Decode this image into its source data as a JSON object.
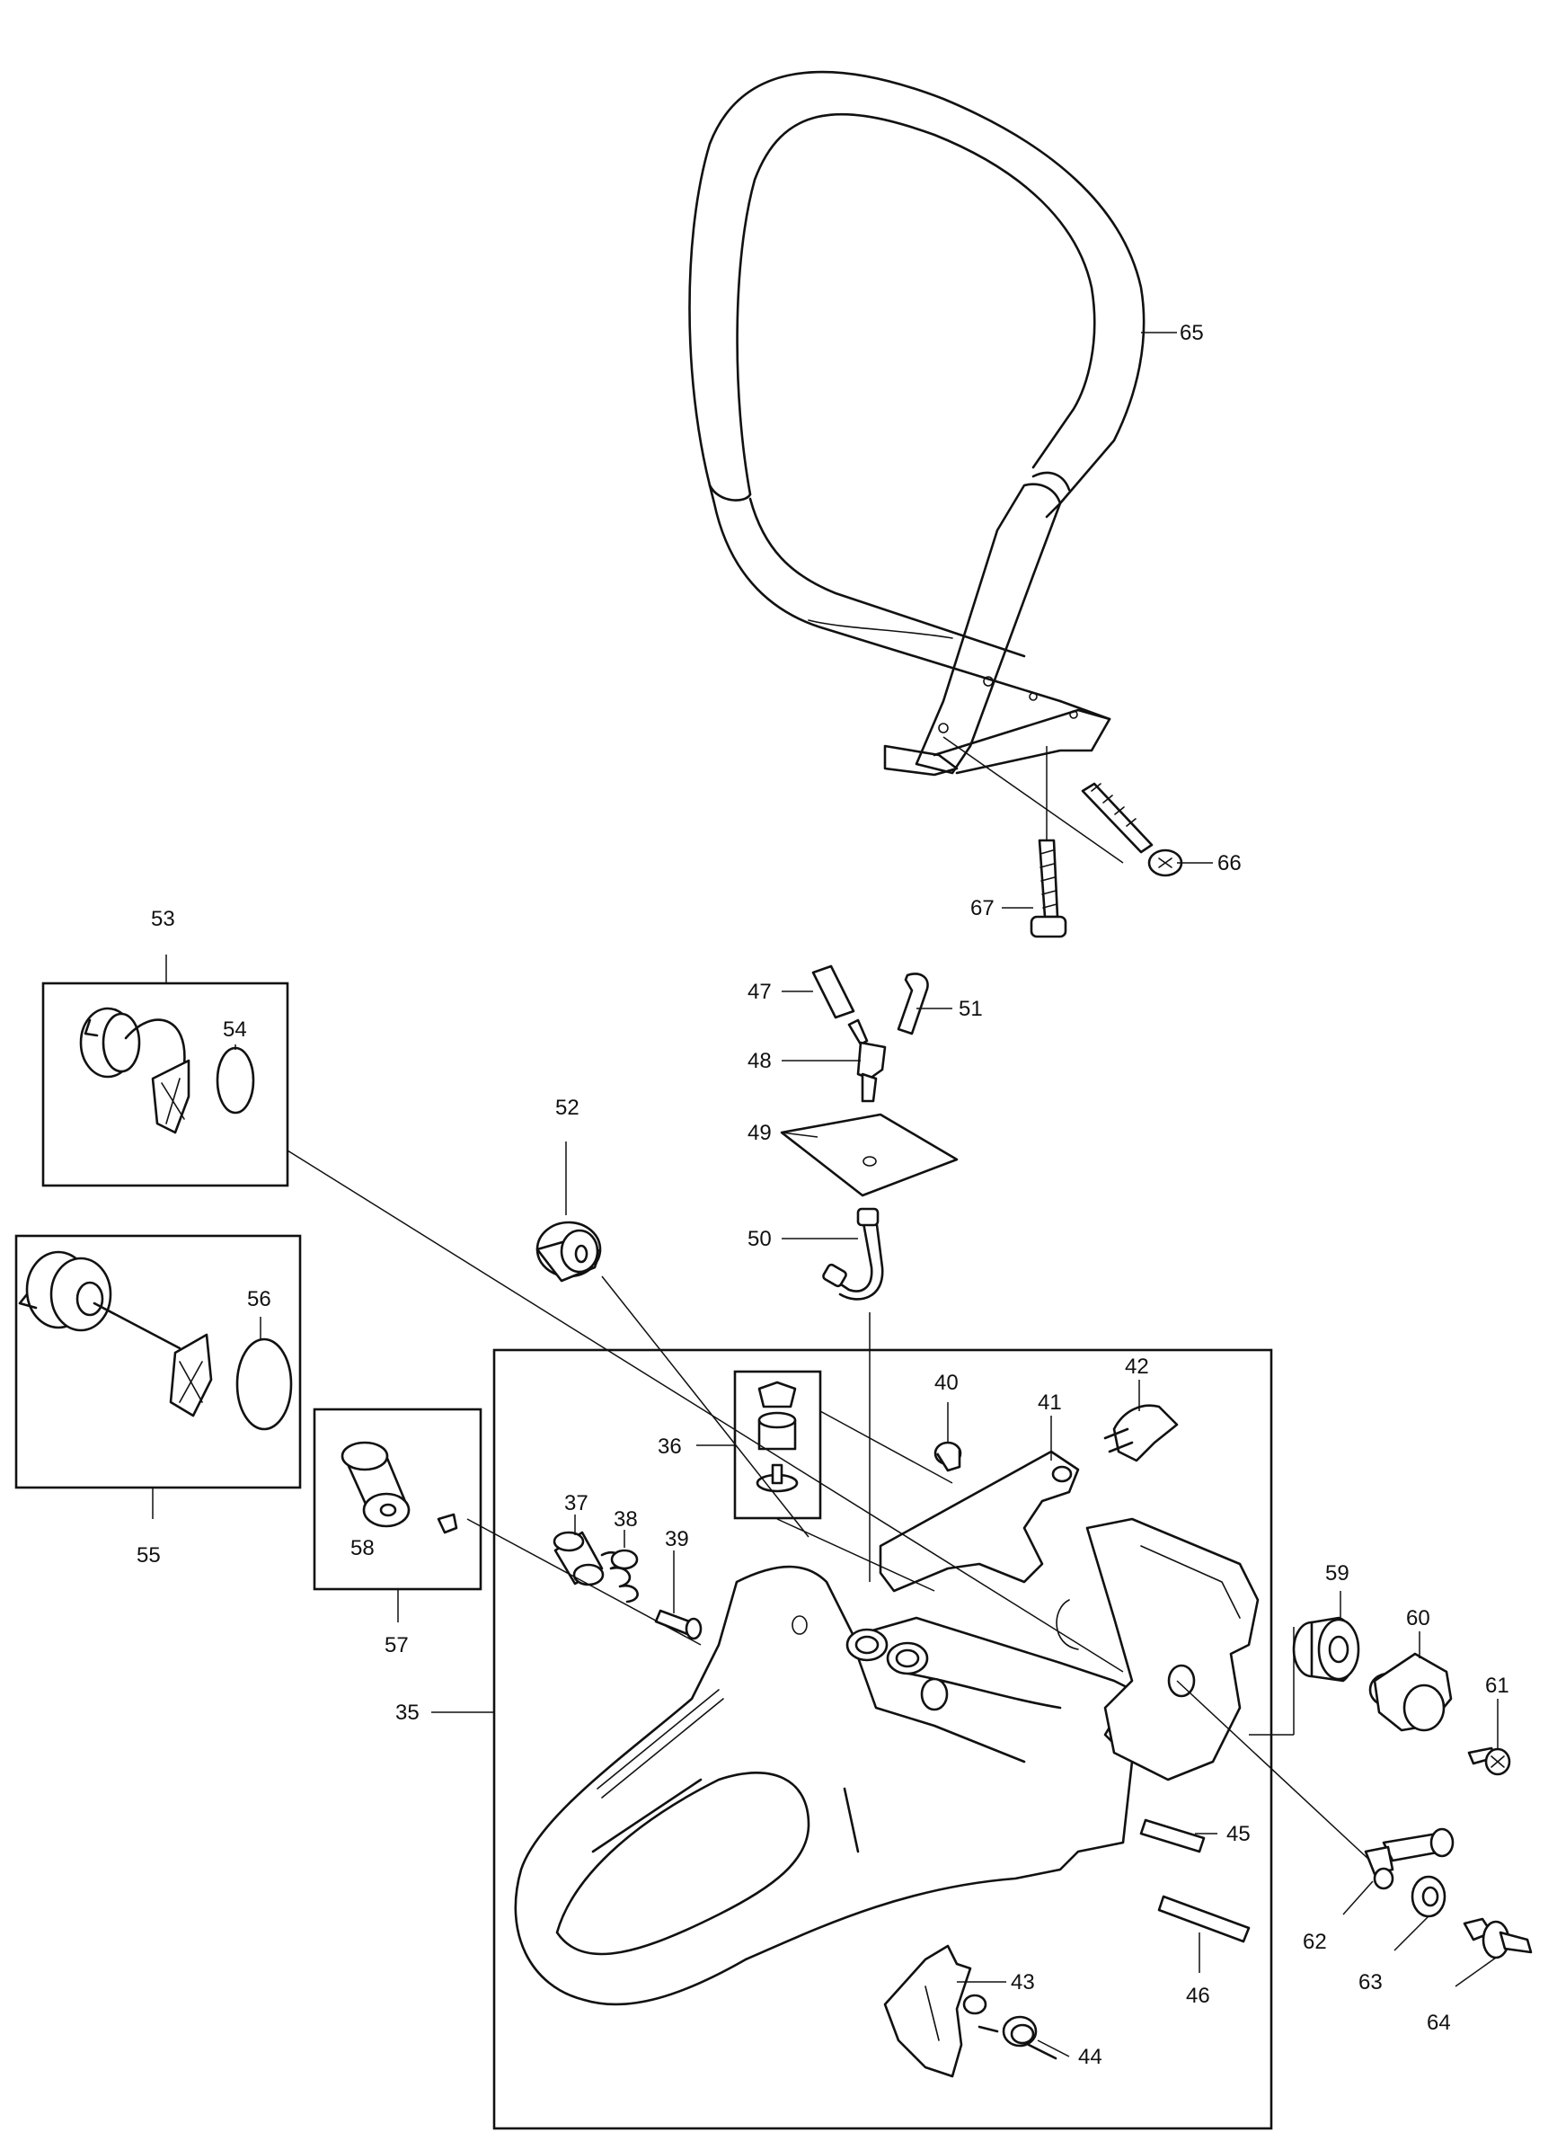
{
  "callouts": {
    "c35": "35",
    "c36": "36",
    "c37": "37",
    "c38": "38",
    "c39": "39",
    "c40": "40",
    "c41": "41",
    "c42": "42",
    "c43": "43",
    "c44": "44",
    "c45": "45",
    "c46": "46",
    "c47": "47",
    "c48": "48",
    "c49": "49",
    "c50": "50",
    "c51": "51",
    "c52": "52",
    "c53": "53",
    "c54": "54",
    "c55": "55",
    "c56": "56",
    "c57": "57",
    "c58": "58",
    "c59": "59",
    "c60": "60",
    "c61": "61",
    "c62": "62",
    "c63": "63",
    "c64": "64",
    "c65": "65",
    "c66": "66",
    "c67": "67"
  }
}
